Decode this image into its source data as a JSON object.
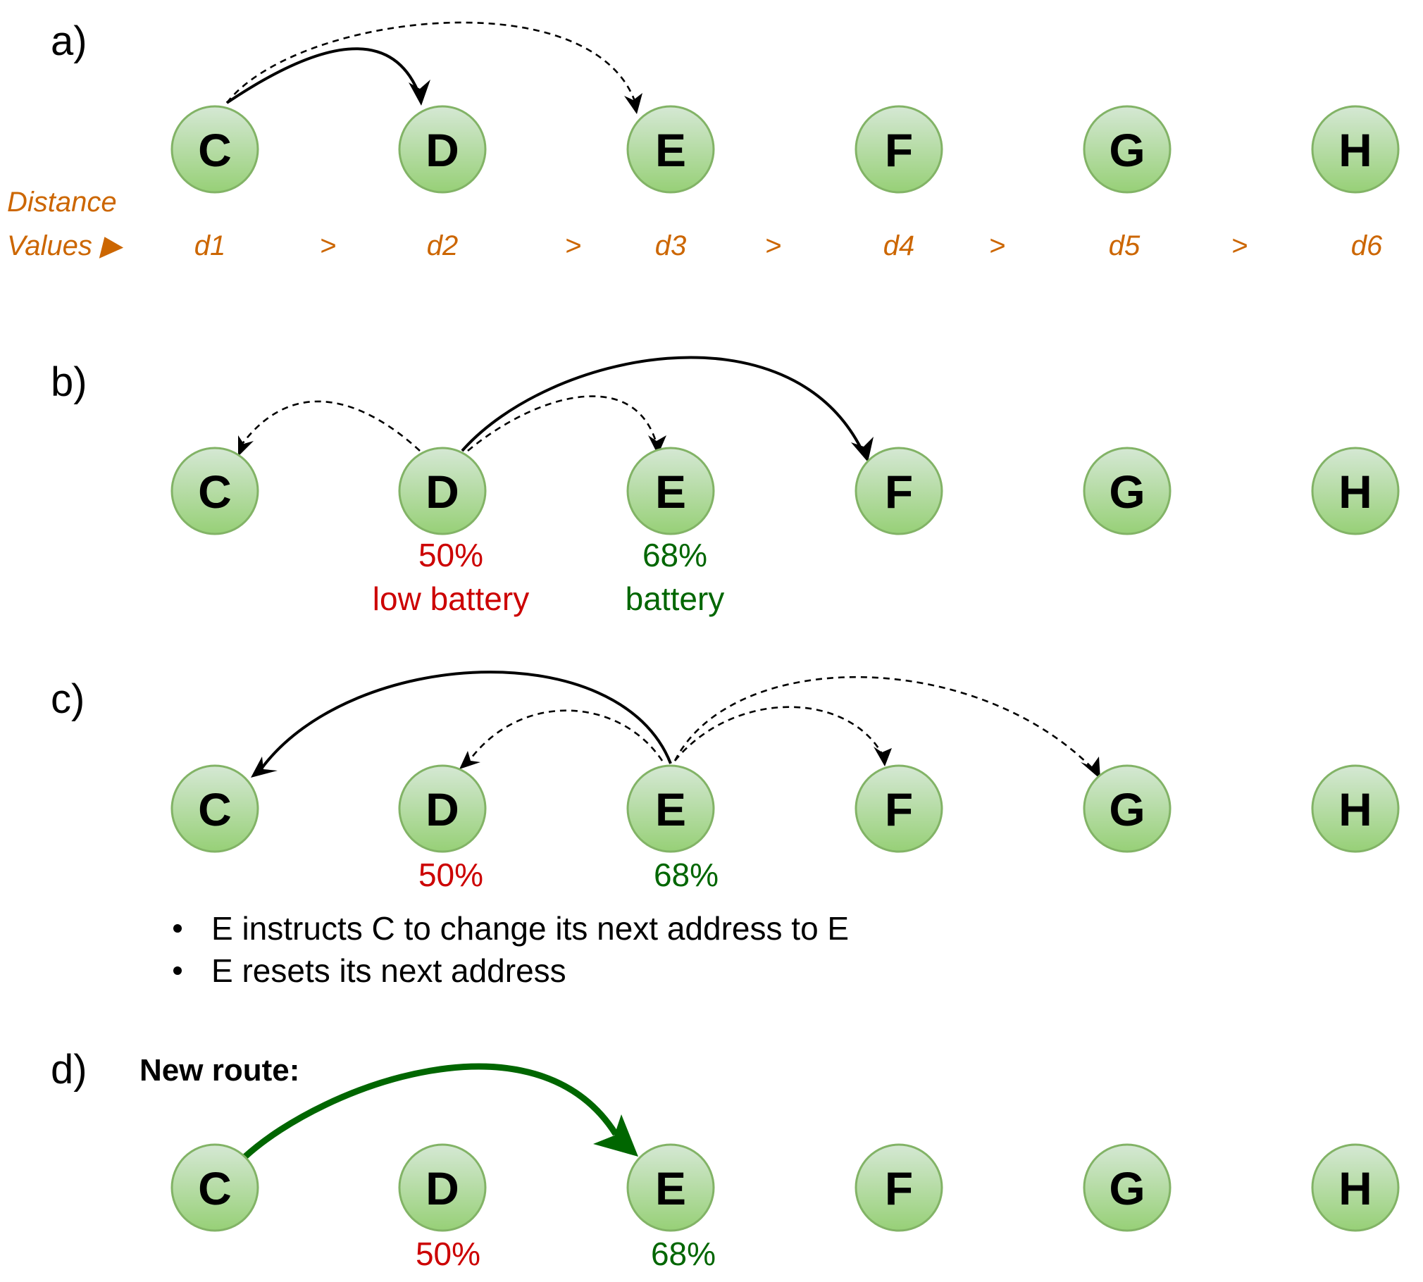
{
  "panels": {
    "a": {
      "label": "a)",
      "distance_label_1": "Distance",
      "distance_label_2": "Values ▶",
      "distances": [
        "d1",
        "d2",
        "d3",
        "d4",
        "d5",
        "d6"
      ],
      "separator": ">"
    },
    "b": {
      "label": "b)",
      "d_percent": "50%",
      "d_status": "low battery",
      "e_percent": "68%",
      "e_status": "battery"
    },
    "c": {
      "label": "c)",
      "d_percent": "50%",
      "e_percent": "68%",
      "bullets": [
        "E instructs C to change its next address to E",
        "E resets its next address"
      ]
    },
    "d": {
      "label": "d)",
      "title": "New route:",
      "d_percent": "50%",
      "e_percent": "68%"
    }
  },
  "nodes": [
    "C",
    "D",
    "E",
    "F",
    "G",
    "H"
  ],
  "colors": {
    "node_fill_top": "#d5e8d4",
    "node_fill_bottom": "#97d077",
    "node_stroke": "#82b366",
    "distance_text": "#CC6600",
    "low_battery": "#CC0000",
    "battery_ok": "#006600",
    "new_route": "#006600"
  }
}
